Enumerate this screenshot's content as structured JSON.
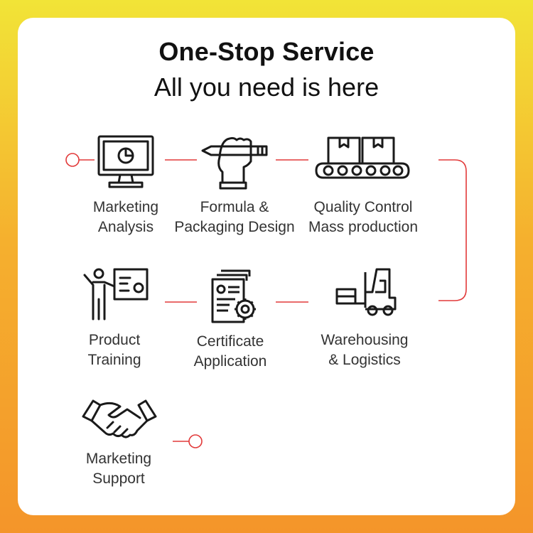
{
  "header": {
    "title": "One-Stop Service",
    "subtitle": "All you need is here"
  },
  "steps": [
    {
      "icon": "computer-monitor-icon",
      "line1": "Marketing",
      "line2": "Analysis"
    },
    {
      "icon": "hand-pencil-icon",
      "line1": "Formula &",
      "line2": "Packaging Design"
    },
    {
      "icon": "conveyor-belt-icon",
      "line1": "Quality Control",
      "line2": "Mass production"
    },
    {
      "icon": "forklift-icon",
      "line1": "Warehousing",
      "line2": "& Logistics"
    },
    {
      "icon": "certificate-gear-icon",
      "line1": "Certificate",
      "line2": "Application"
    },
    {
      "icon": "presentation-icon",
      "line1": "Product",
      "line2": "Training"
    },
    {
      "icon": "handshake-icon",
      "line1": "Marketing",
      "line2": "Support"
    }
  ],
  "colors": {
    "accent_line": "#e23a3a",
    "icon_stroke": "#1a1a1a",
    "background_top": "#f2e437",
    "background_bottom": "#f4952a"
  }
}
